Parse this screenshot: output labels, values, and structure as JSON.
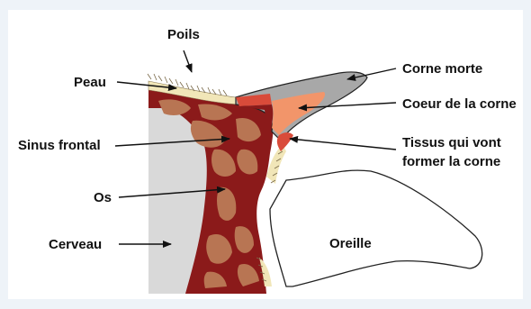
{
  "diagram": {
    "labels": {
      "poils": "Poils",
      "peau": "Peau",
      "sinus_frontal": "Sinus frontal",
      "os": "Os",
      "cerveau": "Cerveau",
      "corne_morte": "Corne morte",
      "coeur_corne": "Coeur de la corne",
      "tissus_line1": "Tissus qui vont",
      "tissus_line2": "former la corne",
      "oreille": "Oreille"
    },
    "colors": {
      "background": "#eef3f8",
      "bone": "#8b1a1a",
      "sinus": "#b87553",
      "brain": "#d9d9d9",
      "skin": "#f1e6b8",
      "dead_horn": "#a8a8a8",
      "horn_core": "#f2956a",
      "germ_tissue": "#d94b3a"
    }
  }
}
